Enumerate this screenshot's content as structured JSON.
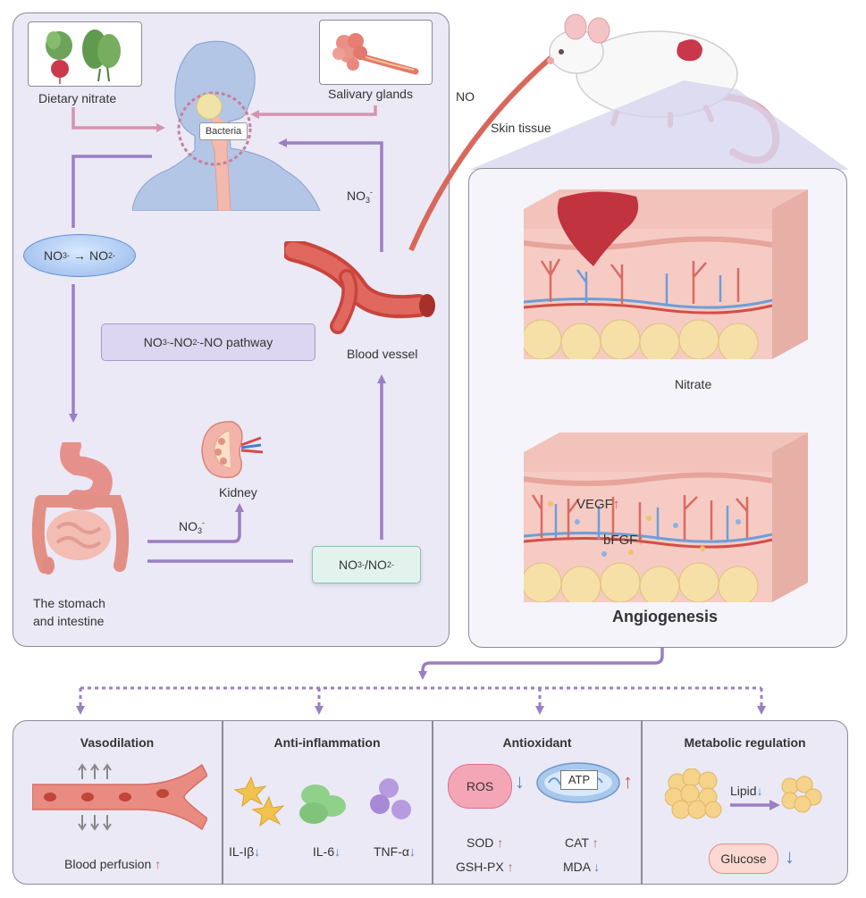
{
  "left_panel": {
    "dietary_nitrate": "Dietary nitrate",
    "salivary_glands": "Salivary glands",
    "bacteria": "Bacteria",
    "conversion": {
      "a": "NO",
      "a_sub": "3",
      "a_sup": "-",
      "arrow": "→",
      "b": "NO",
      "b_sub": "2",
      "b_sup": "-"
    },
    "no3_blood": {
      "t": "NO",
      "sub": "3",
      "sup": "-"
    },
    "pathway": {
      "p1": "NO",
      "s1": "3",
      "x1": "-",
      "p2": "-NO",
      "s2": "2",
      "x2": "-",
      "p3": "-NO pathway"
    },
    "blood_vessel": "Blood vessel",
    "kidney": "Kidney",
    "no3_kidney": {
      "t": "NO",
      "sub": "3",
      "sup": "-"
    },
    "stomach_line1": "The stomach",
    "stomach_line2": "and intestine",
    "ratio": {
      "a": "NO",
      "a_sub": "3",
      "a_sup": "-",
      "slash": "/NO",
      "b_sub": "2",
      "b_sup": "-"
    }
  },
  "right_panel": {
    "no": "NO",
    "skin_tissue": "Skin tissue",
    "nitrate": "Nitrate",
    "vegf": "VEGF",
    "bfgf": "bFGF",
    "angiogenesis": "Angiogenesis"
  },
  "bottom": {
    "vasodilation": {
      "title": "Vasodilation",
      "caption": "Blood perfusion"
    },
    "anti_inflammation": {
      "title": "Anti-inflammation",
      "il1": "IL-Iβ",
      "il6": "IL-6",
      "tnf": "TNF-α"
    },
    "antioxidant": {
      "title": "Antioxidant",
      "ros": "ROS",
      "atp": "ATP",
      "sod": "SOD",
      "cat": "CAT",
      "gsh": "GSH-PX",
      "mda": "MDA"
    },
    "metabolic": {
      "title": "Metabolic regulation",
      "lipid": "Lipid",
      "glucose": "Glucose"
    }
  },
  "colors": {
    "purple_arrow": "#9a7fc4",
    "pink_arrow": "#d892b0",
    "red_arrow": "#d8685c",
    "panel_bg": "#ebe9f5"
  },
  "icons": {
    "up": "↑",
    "down": "↓"
  }
}
